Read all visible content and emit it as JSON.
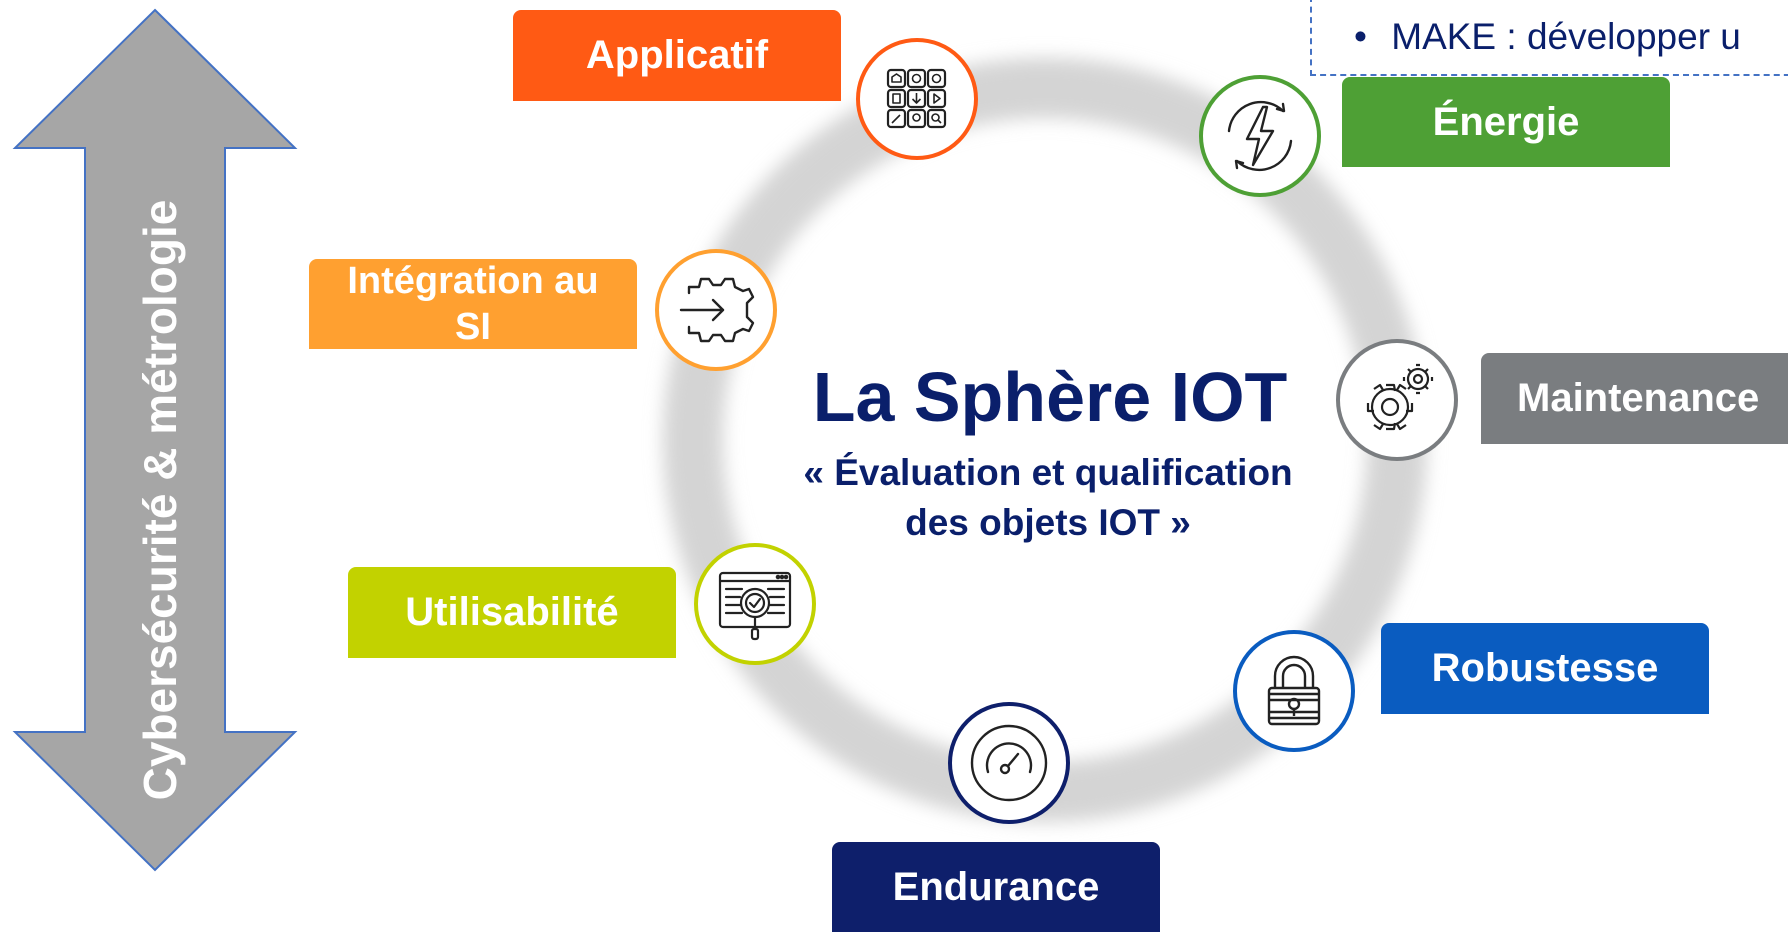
{
  "center": {
    "title": "La Sphère IOT",
    "subtitle_line1": "« Évaluation et qualification",
    "subtitle_line2": "des objets IOT »"
  },
  "side_arrow": {
    "label": "Cybersécurité & métrologie",
    "color": "#a6a6a6"
  },
  "make_note": {
    "bullet": "•",
    "text": "MAKE : développer u"
  },
  "nodes": {
    "applicatif": {
      "label": "Applicatif",
      "color": "#ff5a14",
      "icon": "app-grid-icon"
    },
    "energie": {
      "label": "Énergie",
      "color": "#4ea035",
      "icon": "lightning-cycle-icon"
    },
    "integration": {
      "label_line1": "Intégration au",
      "label_line2": "SI",
      "color": "#ffa030",
      "icon": "gear-arrow-icon"
    },
    "maintenance": {
      "label": "Maintenance",
      "color": "#7a7d80",
      "icon": "gears-icon"
    },
    "utilisabilite": {
      "label": "Utilisabilité",
      "color": "#c2d200",
      "icon": "web-inspect-icon"
    },
    "robustesse": {
      "label": "Robustesse",
      "color": "#0a5cc0",
      "icon": "padlock-icon"
    },
    "endurance": {
      "label": "Endurance",
      "color": "#0e1f6b",
      "icon": "gauge-icon"
    }
  },
  "ring_color": "#d4d4d4",
  "text_color": "#0a1f6b"
}
